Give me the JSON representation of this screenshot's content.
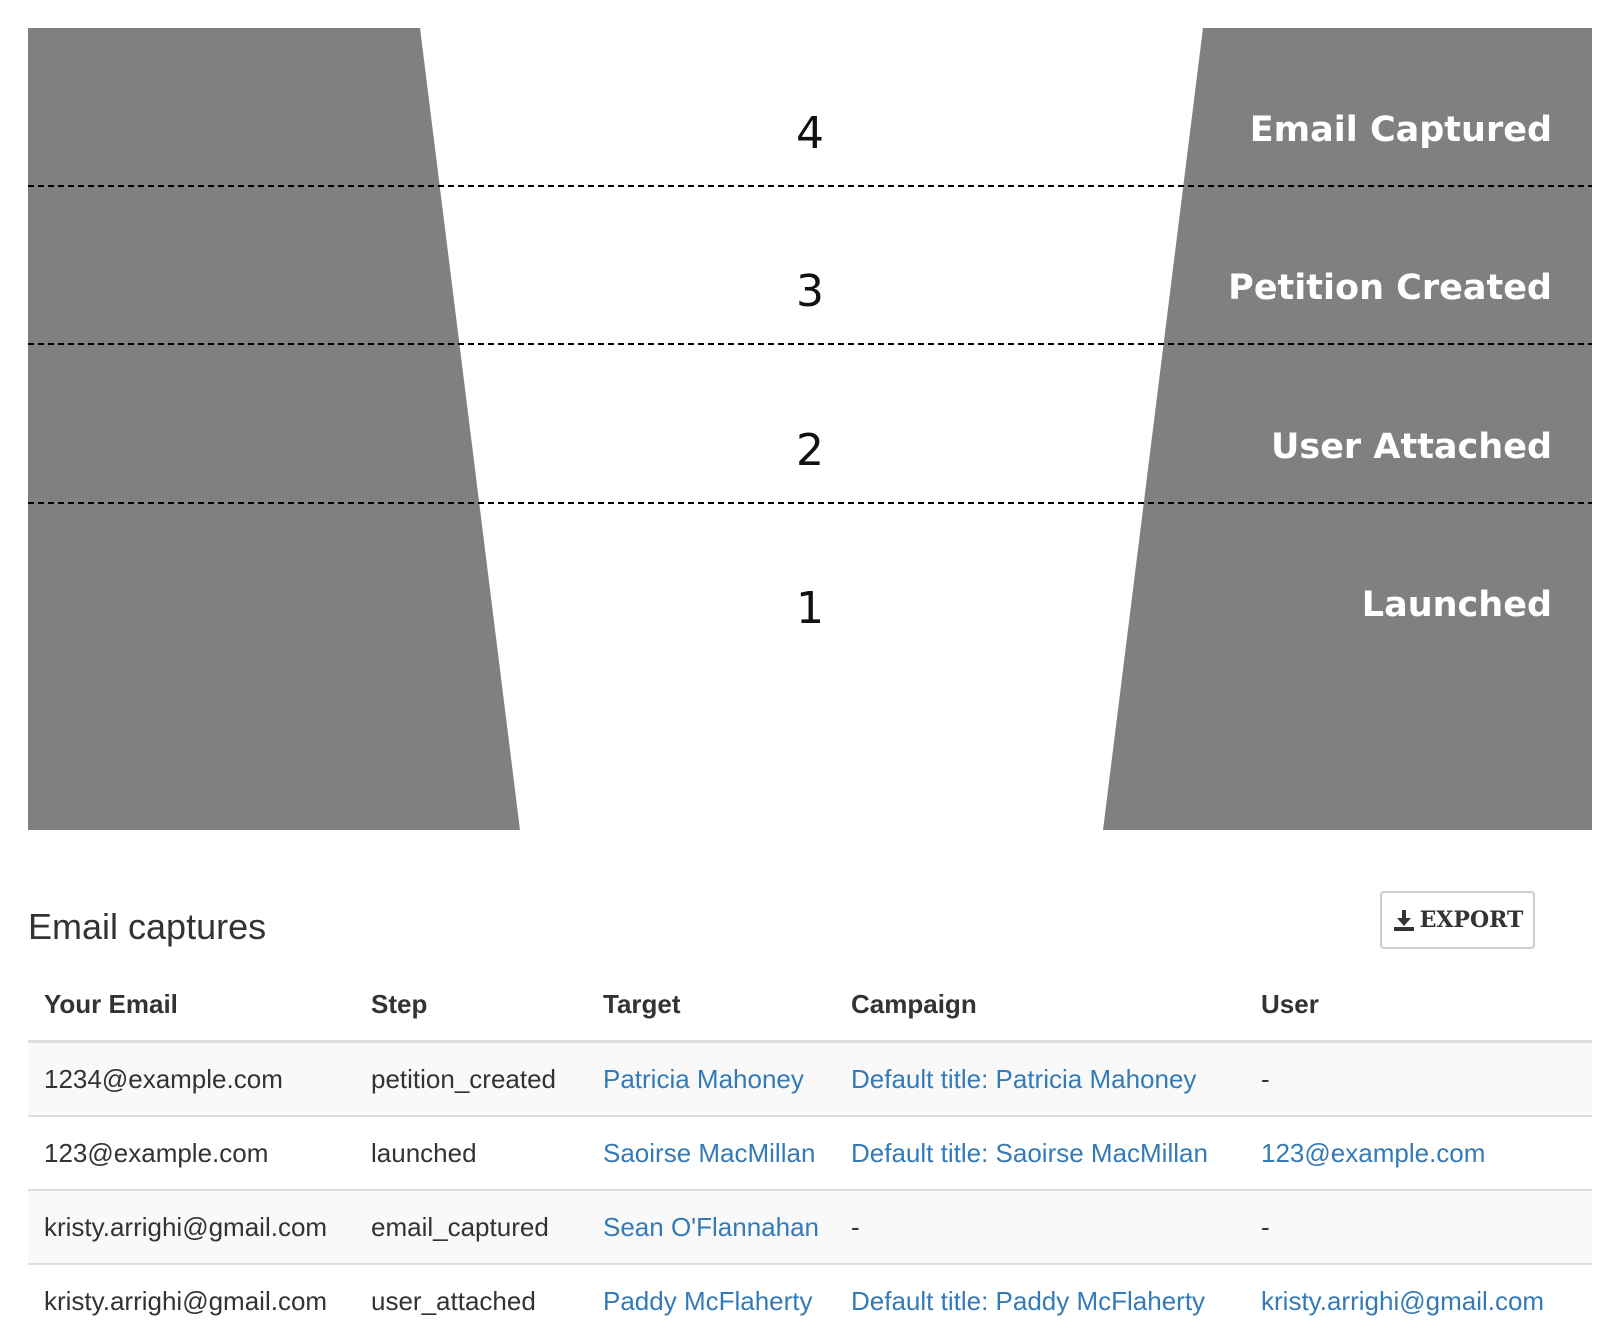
{
  "funnel": {
    "colors": {
      "side_fill": "#808080",
      "divider": "#000000"
    },
    "stages": [
      {
        "count": "4",
        "label": "Email Captured"
      },
      {
        "count": "3",
        "label": "Petition Created"
      },
      {
        "count": "2",
        "label": "User Attached"
      },
      {
        "count": "1",
        "label": "Launched"
      }
    ]
  },
  "captures": {
    "title": "Email captures",
    "export_label": "EXPORT",
    "export_icon": "download-icon",
    "columns": [
      "Your Email",
      "Step",
      "Target",
      "Campaign",
      "User"
    ],
    "rows": [
      {
        "email": "1234@example.com",
        "step": "petition_created",
        "target": "Patricia Mahoney",
        "campaign": "Default title: Patricia Mahoney",
        "user": "-"
      },
      {
        "email": "123@example.com",
        "step": "launched",
        "target": "Saoirse MacMillan",
        "campaign": "Default title: Saoirse MacMillan",
        "user": "123@example.com"
      },
      {
        "email": "kristy.arrighi@gmail.com",
        "step": "email_captured",
        "target": "Sean O'Flannahan",
        "campaign": "-",
        "user": "-"
      },
      {
        "email": "kristy.arrighi@gmail.com",
        "step": "user_attached",
        "target": "Paddy McFlaherty",
        "campaign": "Default title: Paddy McFlaherty",
        "user": "kristy.arrighi@gmail.com"
      }
    ],
    "link_color": "#337ab7"
  }
}
